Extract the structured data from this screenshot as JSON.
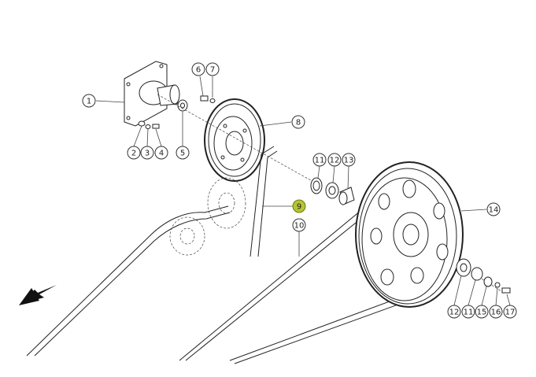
{
  "callouts": [
    {
      "id": "c1",
      "label": "1"
    },
    {
      "id": "c2",
      "label": "2"
    },
    {
      "id": "c3",
      "label": "3"
    },
    {
      "id": "c4",
      "label": "4"
    },
    {
      "id": "c5",
      "label": "5"
    },
    {
      "id": "c6",
      "label": "6"
    },
    {
      "id": "c7",
      "label": "7"
    },
    {
      "id": "c8",
      "label": "8"
    },
    {
      "id": "c9",
      "label": "9",
      "highlighted": true
    },
    {
      "id": "c10",
      "label": "10"
    },
    {
      "id": "c11a",
      "label": "11"
    },
    {
      "id": "c12a",
      "label": "12"
    },
    {
      "id": "c13",
      "label": "13"
    },
    {
      "id": "c14",
      "label": "14"
    },
    {
      "id": "c12b",
      "label": "12"
    },
    {
      "id": "c11b",
      "label": "11"
    },
    {
      "id": "c15",
      "label": "15"
    },
    {
      "id": "c16",
      "label": "16"
    },
    {
      "id": "c17",
      "label": "17"
    }
  ],
  "colors": {
    "highlight": "#b5c532",
    "line": "#222222"
  },
  "direction_icon": "arrow-left-down-icon"
}
